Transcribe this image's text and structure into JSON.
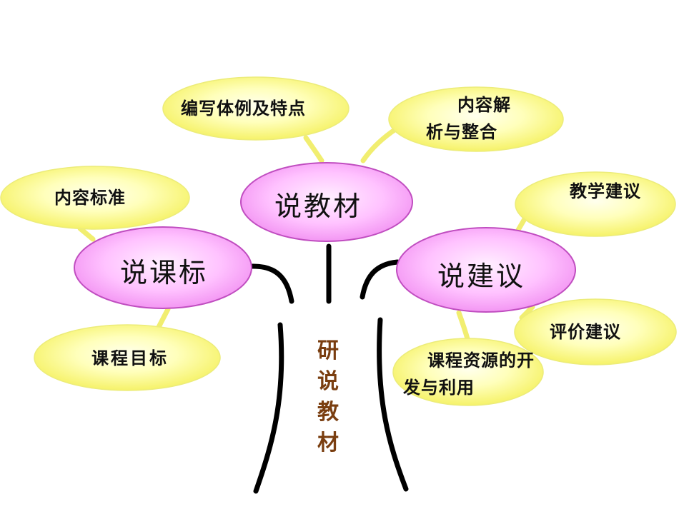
{
  "diagram": {
    "trunk": "研说教材",
    "branches": [
      {
        "id": "curriculum-standard",
        "label": "说课标",
        "leaves": [
          "内容标准",
          "课程目标"
        ]
      },
      {
        "id": "textbook",
        "label": "说教材",
        "leaves": [
          "编写体例及特点",
          "内容解析与整合"
        ]
      },
      {
        "id": "suggestion",
        "label": "说建议",
        "leaves": [
          "教学建议",
          "评价建议",
          "课程资源的开发与利用"
        ]
      }
    ]
  },
  "colors": {
    "leaf_fill": "#ffff99",
    "main_fill": "#ff99ff",
    "trunk_text": "#7a3e10",
    "line": "#000000"
  }
}
